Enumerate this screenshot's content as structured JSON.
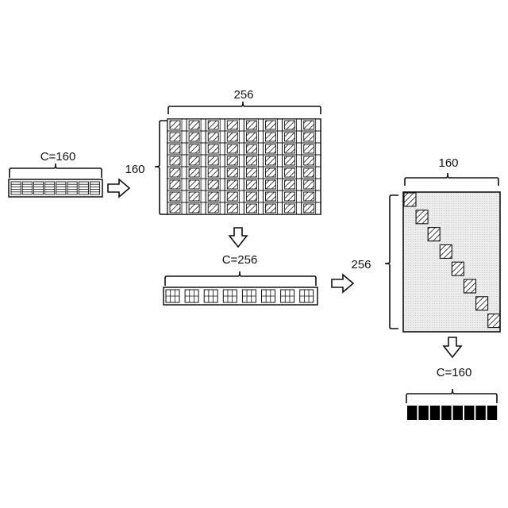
{
  "labels": {
    "input_channels": "C=160",
    "matrix_width": "256",
    "matrix_height": "160",
    "mid_channels": "C=256",
    "matrix2_height": "256",
    "matrix2_width": "160",
    "output_channels": "C=160"
  },
  "colors": {
    "ink": "#111111",
    "hatch_fill": "#ffffff",
    "block_fill": "#000000",
    "diag_bg": "#eeeeee"
  },
  "structure": {
    "input_cells": 8,
    "input_rows": 5,
    "matrix_cols": 8,
    "matrix_rows": 8,
    "mid_cells": 8,
    "diag_blocks": 8,
    "output_blocks": 8
  }
}
